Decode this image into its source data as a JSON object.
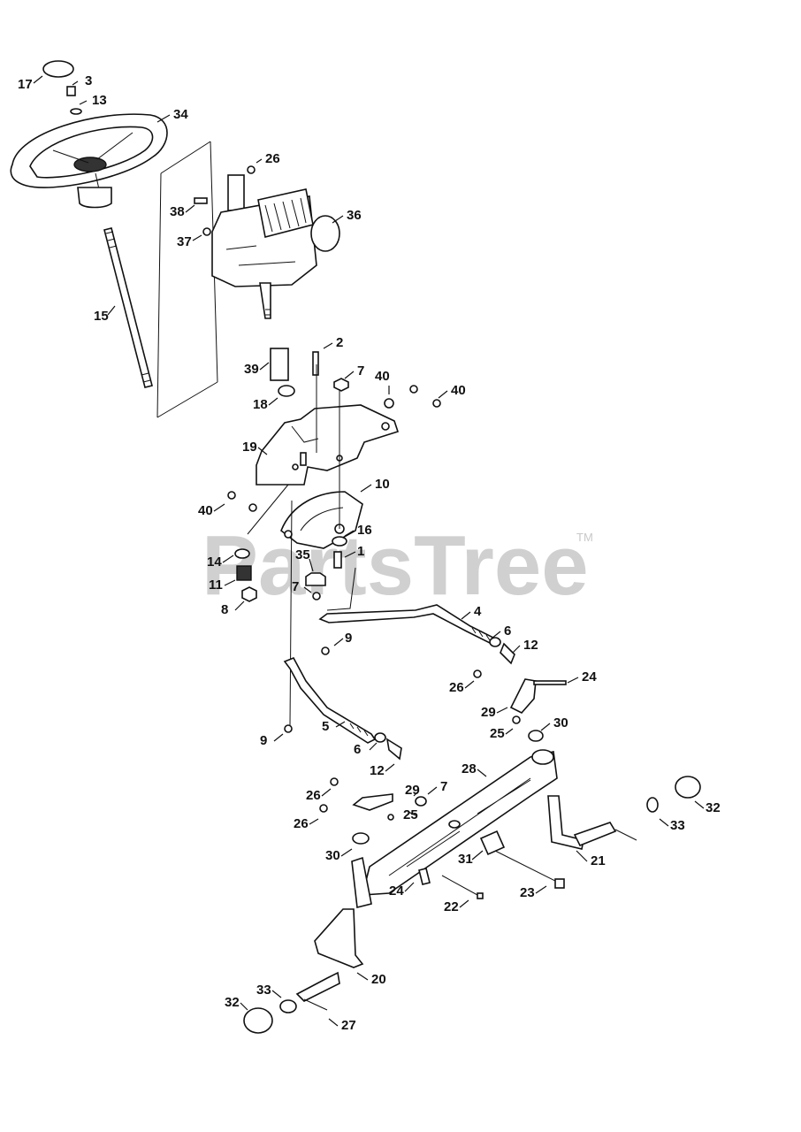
{
  "watermark": {
    "text": "PartsTree",
    "trademark": "TM"
  },
  "callouts": [
    {
      "id": "c17a",
      "label": "17"
    },
    {
      "id": "c3",
      "label": "3"
    },
    {
      "id": "c13",
      "label": "13"
    },
    {
      "id": "c34",
      "label": "34"
    },
    {
      "id": "c26a",
      "label": "26"
    },
    {
      "id": "c38",
      "label": "38"
    },
    {
      "id": "c36",
      "label": "36"
    },
    {
      "id": "c37",
      "label": "37"
    },
    {
      "id": "c15",
      "label": "15"
    },
    {
      "id": "c2",
      "label": "2"
    },
    {
      "id": "c39",
      "label": "39"
    },
    {
      "id": "c7a",
      "label": "7"
    },
    {
      "id": "c40a",
      "label": "40"
    },
    {
      "id": "c40b",
      "label": "40"
    },
    {
      "id": "c18",
      "label": "18"
    },
    {
      "id": "c19",
      "label": "19"
    },
    {
      "id": "c10",
      "label": "10"
    },
    {
      "id": "c40c",
      "label": "40"
    },
    {
      "id": "c16",
      "label": "16"
    },
    {
      "id": "c14",
      "label": "14"
    },
    {
      "id": "c1",
      "label": "1"
    },
    {
      "id": "c35",
      "label": "35"
    },
    {
      "id": "c11",
      "label": "11"
    },
    {
      "id": "c7b",
      "label": "7"
    },
    {
      "id": "c8",
      "label": "8"
    },
    {
      "id": "c4",
      "label": "4"
    },
    {
      "id": "c6a",
      "label": "6"
    },
    {
      "id": "c9a",
      "label": "9"
    },
    {
      "id": "c12a",
      "label": "12"
    },
    {
      "id": "c26b",
      "label": "26"
    },
    {
      "id": "c24a",
      "label": "24"
    },
    {
      "id": "c29a",
      "label": "29"
    },
    {
      "id": "c25a",
      "label": "25"
    },
    {
      "id": "c30a",
      "label": "30"
    },
    {
      "id": "c9b",
      "label": "9"
    },
    {
      "id": "c5",
      "label": "5"
    },
    {
      "id": "c6b",
      "label": "6"
    },
    {
      "id": "c12b",
      "label": "12"
    },
    {
      "id": "c28",
      "label": "28"
    },
    {
      "id": "c26c",
      "label": "26"
    },
    {
      "id": "c29b",
      "label": "29"
    },
    {
      "id": "c7c",
      "label": "7"
    },
    {
      "id": "c25b",
      "label": "25"
    },
    {
      "id": "c26d",
      "label": "26"
    },
    {
      "id": "c32a",
      "label": "32"
    },
    {
      "id": "c33a",
      "label": "33"
    },
    {
      "id": "c30b",
      "label": "30"
    },
    {
      "id": "c31",
      "label": "31"
    },
    {
      "id": "c21",
      "label": "21"
    },
    {
      "id": "c24b",
      "label": "24"
    },
    {
      "id": "c22",
      "label": "22"
    },
    {
      "id": "c23",
      "label": "23"
    },
    {
      "id": "c20",
      "label": "20"
    },
    {
      "id": "c33b",
      "label": "33"
    },
    {
      "id": "c32b",
      "label": "32"
    },
    {
      "id": "c27",
      "label": "27"
    }
  ]
}
